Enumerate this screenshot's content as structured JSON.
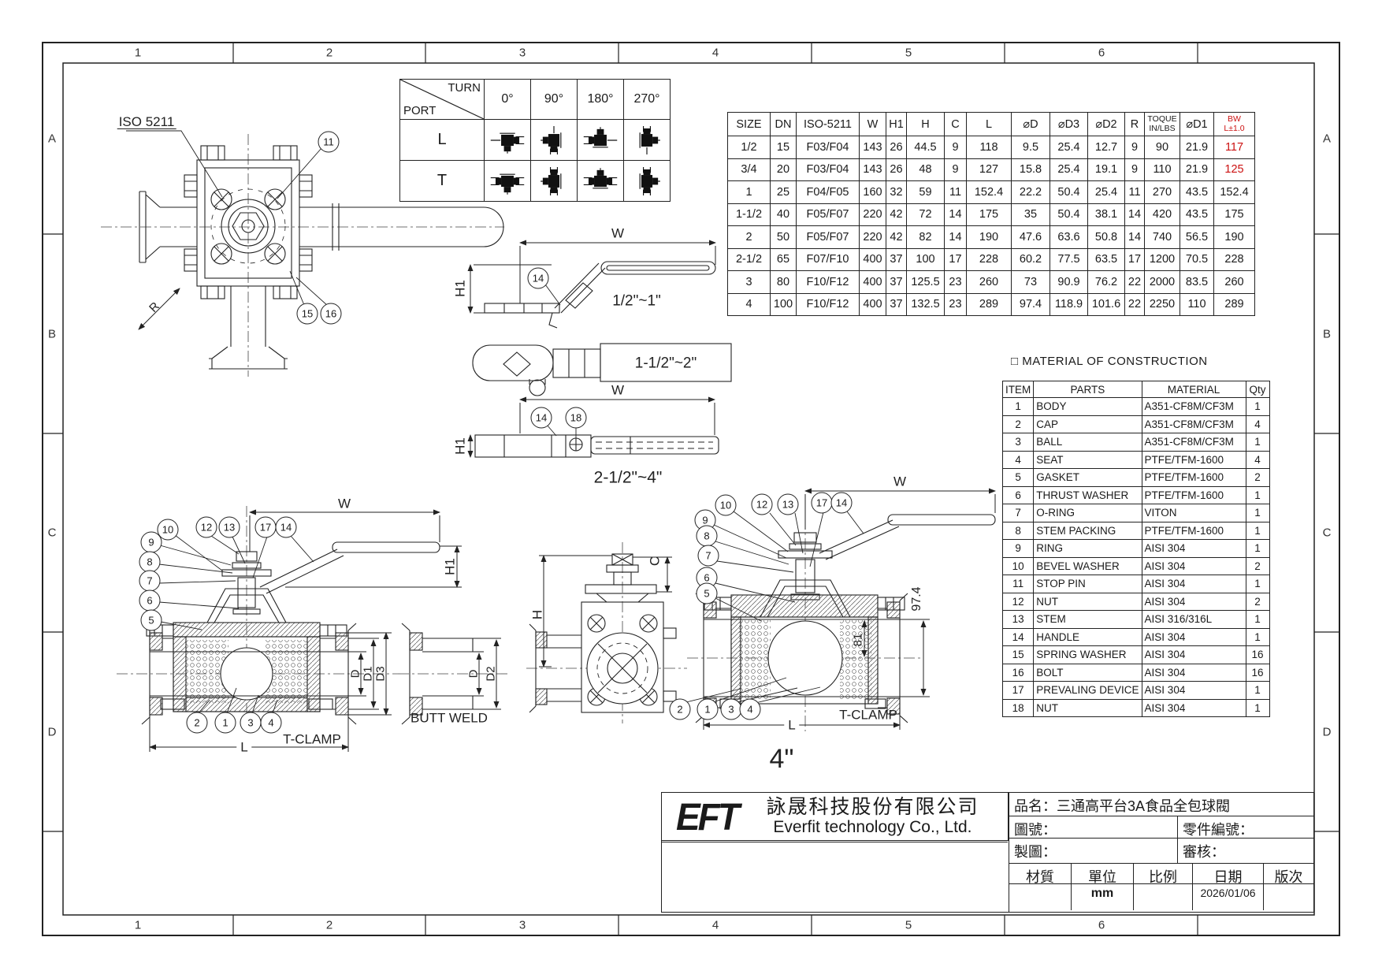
{
  "sheet": {
    "grid_cols": [
      "1",
      "2",
      "3",
      "4",
      "5",
      "6"
    ],
    "grid_rows": [
      "A",
      "B",
      "C",
      "D"
    ]
  },
  "turn_port": {
    "corner_top": "TURN",
    "corner_bottom": "PORT",
    "columns": [
      "0°",
      "90°",
      "180°",
      "270°"
    ],
    "rows": [
      "L",
      "T"
    ]
  },
  "size_table": {
    "headers": [
      "SIZE",
      "DN",
      "ISO-5211",
      "W",
      "H1",
      "H",
      "C",
      "L",
      "⌀D",
      "⌀D3",
      "⌀D2",
      "R",
      "TOQUE\nIN/LBS",
      "⌀D1",
      "BW\nL±1.0"
    ],
    "rows": [
      [
        "1/2",
        "15",
        "F03/F04",
        "143",
        "26",
        "44.5",
        "9",
        "118",
        "9.5",
        "25.4",
        "12.7",
        "9",
        "90",
        "21.9",
        "117"
      ],
      [
        "3/4",
        "20",
        "F03/F04",
        "143",
        "26",
        "48",
        "9",
        "127",
        "15.8",
        "25.4",
        "19.1",
        "9",
        "110",
        "21.9",
        "125"
      ],
      [
        "1",
        "25",
        "F04/F05",
        "160",
        "32",
        "59",
        "11",
        "152.4",
        "22.2",
        "50.4",
        "25.4",
        "11",
        "270",
        "43.5",
        "152.4"
      ],
      [
        "1-1/2",
        "40",
        "F05/F07",
        "220",
        "42",
        "72",
        "14",
        "175",
        "35",
        "50.4",
        "38.1",
        "14",
        "420",
        "43.5",
        "175"
      ],
      [
        "2",
        "50",
        "F05/F07",
        "220",
        "42",
        "82",
        "14",
        "190",
        "47.6",
        "63.6",
        "50.8",
        "14",
        "740",
        "56.5",
        "190"
      ],
      [
        "2-1/2",
        "65",
        "F07/F10",
        "400",
        "37",
        "100",
        "17",
        "228",
        "60.2",
        "77.5",
        "63.5",
        "17",
        "1200",
        "70.5",
        "228"
      ],
      [
        "3",
        "80",
        "F10/F12",
        "400",
        "37",
        "125.5",
        "23",
        "260",
        "73",
        "90.9",
        "76.2",
        "22",
        "2000",
        "83.5",
        "260"
      ],
      [
        "4",
        "100",
        "F10/F12",
        "400",
        "37",
        "132.5",
        "23",
        "289",
        "97.4",
        "118.9",
        "101.6",
        "22",
        "2250",
        "110",
        "289"
      ]
    ],
    "bw_red_rows": [
      0,
      1
    ]
  },
  "material": {
    "bullet": "□",
    "title": "MATERIAL OF CONSTRUCTION",
    "headers": [
      "ITEM",
      "PARTS",
      "MATERIAL",
      "Qty"
    ],
    "rows": [
      [
        "1",
        "BODY",
        "A351-CF8M/CF3M",
        "1"
      ],
      [
        "2",
        "CAP",
        "A351-CF8M/CF3M",
        "4"
      ],
      [
        "3",
        "BALL",
        "A351-CF8M/CF3M",
        "1"
      ],
      [
        "4",
        "SEAT",
        "PTFE/TFM-1600",
        "4"
      ],
      [
        "5",
        "GASKET",
        "PTFE/TFM-1600",
        "2"
      ],
      [
        "6",
        "THRUST WASHER",
        "PTFE/TFM-1600",
        "1"
      ],
      [
        "7",
        "O-RING",
        "VITON",
        "1"
      ],
      [
        "8",
        "STEM PACKING",
        "PTFE/TFM-1600",
        "1"
      ],
      [
        "9",
        "RING",
        "AISI 304",
        "1"
      ],
      [
        "10",
        "BEVEL WASHER",
        "AISI 304",
        "2"
      ],
      [
        "11",
        "STOP PIN",
        "AISI 304",
        "1"
      ],
      [
        "12",
        "NUT",
        "AISI 304",
        "2"
      ],
      [
        "13",
        "STEM",
        "AISI 316/316L",
        "1"
      ],
      [
        "14",
        "HANDLE",
        "AISI 304",
        "1"
      ],
      [
        "15",
        "SPRING WASHER",
        "AISI 304",
        "16"
      ],
      [
        "16",
        "BOLT",
        "AISI 304",
        "16"
      ],
      [
        "17",
        "PREVALING DEVICE",
        "AISI 304",
        "1"
      ],
      [
        "18",
        "NUT",
        "AISI 304",
        "1"
      ]
    ]
  },
  "title_block": {
    "logo": "EFT",
    "company_zh": "詠晟科技股份有限公司",
    "company_en": "Everfit technology Co., Ltd.",
    "product_name": "品名：三通高平台3A食品全包球閥",
    "drawing_no": "圖號：",
    "part_no": "零件編號：",
    "drafter": "製圖：",
    "checker": "審核：",
    "spec_headers": [
      "材質",
      "單位",
      "比例",
      "日期",
      "版次"
    ],
    "spec_values": [
      "",
      "mm",
      "",
      "2026/01/06",
      ""
    ]
  },
  "annotations": {
    "iso": "ISO 5211",
    "r": "R",
    "w": "W",
    "h1": "H1",
    "h": "H",
    "c": "C",
    "l": "L",
    "d": "D",
    "d1": "D1",
    "d2": "D2",
    "d3": "D3",
    "dim_974": "97.4",
    "dim_81": "81",
    "t_clamp": "T-CLAMP",
    "butt_weld": "BUTT WELD",
    "size_4": "4\"",
    "handle1": "1/2\"~1\"",
    "handle2": "1-1/2\"~2\"",
    "handle3": "2-1/2\"~4\""
  },
  "balloons": {
    "top_view": [
      "11",
      "15",
      "16"
    ],
    "handle1": [
      "14"
    ],
    "handle3": [
      "14",
      "18"
    ],
    "sec_left_top": [
      "10",
      "12",
      "13",
      "17",
      "14"
    ],
    "sec_left_side": [
      "9",
      "8",
      "7",
      "6",
      "5"
    ],
    "sec_left_bottom": [
      "2",
      "1",
      "3",
      "4"
    ],
    "sec_right_top": [
      "10",
      "12",
      "13",
      "17",
      "14"
    ],
    "sec_right_side": [
      "9",
      "8",
      "7",
      "6",
      "5"
    ],
    "sec_right_bottom": [
      "2",
      "1",
      "3",
      "4"
    ]
  },
  "colors": {
    "line": "#222222",
    "red": "#cc1111",
    "paper": "#ffffff"
  }
}
